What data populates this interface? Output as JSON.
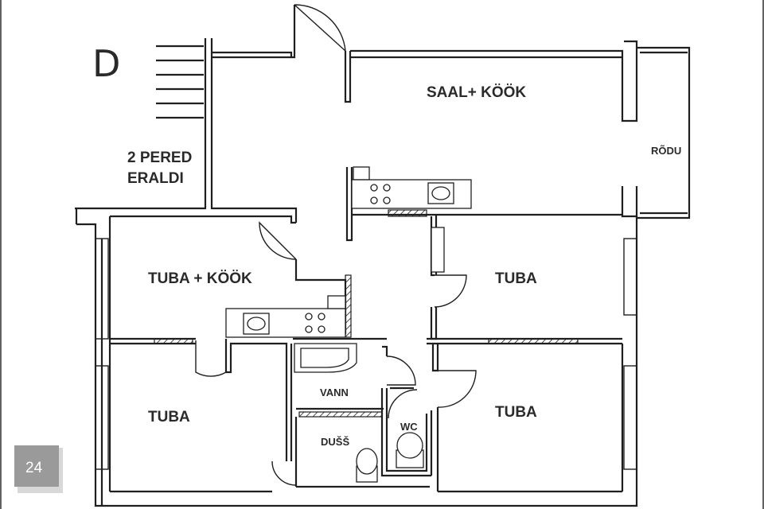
{
  "plan": {
    "block_letter": "D",
    "rooms": {
      "saal_kook": "SAAL+ KÖÖK",
      "rodu": "RÕDU",
      "pered_line1": "2 PERED",
      "pered_line2": "ERALDI",
      "tuba_kook": "TUBA + KÖÖK",
      "tuba_east_upper": "TUBA",
      "tuba_west_lower": "TUBA",
      "tuba_east_lower": "TUBA",
      "vann": "VANN",
      "wc": "WC",
      "duss": "DUŠŠ"
    },
    "page_number": "24"
  },
  "colors": {
    "line": "#1f1f1f",
    "label": "#2a2a2a",
    "page_badge": "#9a9a9a",
    "background": "#ffffff"
  }
}
